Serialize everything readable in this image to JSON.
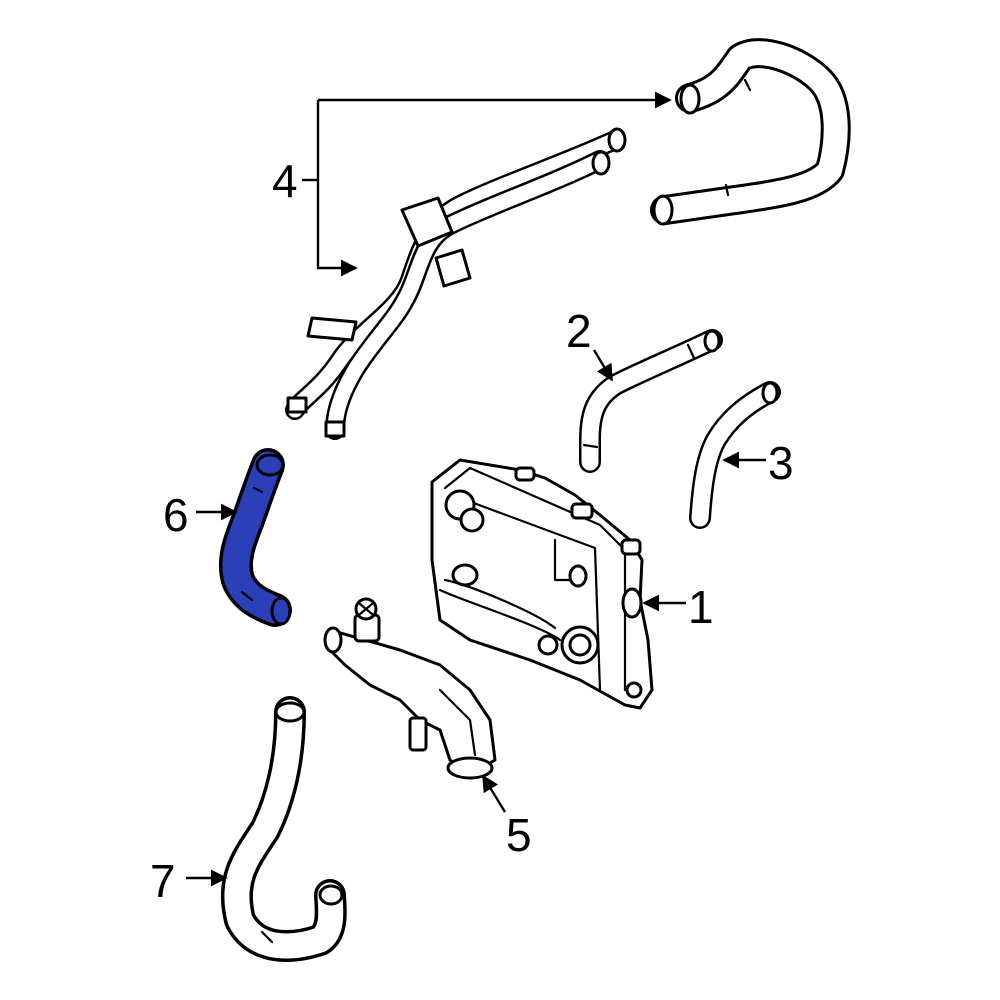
{
  "diagram": {
    "highlight_color": "#2a3fb8",
    "highlighted_part": "6",
    "callouts": {
      "c1": "1",
      "c2": "2",
      "c3": "3",
      "c4": "4",
      "c5": "5",
      "c6": "6",
      "c7": "7"
    }
  }
}
